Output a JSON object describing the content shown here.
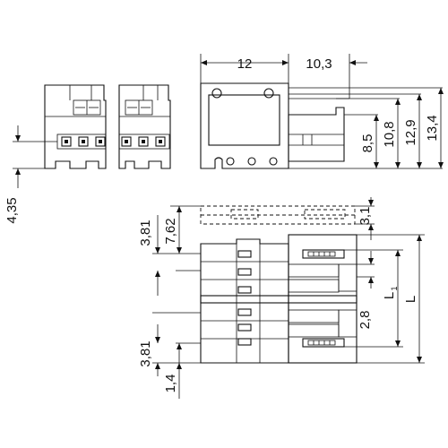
{
  "colors": {
    "body": "#f2673a",
    "outline": "#111111",
    "latch": "#ffee00",
    "background": "#ffffff",
    "hidden_line": "#111111"
  },
  "dimensions": {
    "width_12": "12",
    "width_10_3": "10,3",
    "height_13_4": "13,4",
    "height_12_9": "12,9",
    "height_10_8": "10,8",
    "height_8_5": "8,5",
    "offset_4_35": "4,35",
    "pitch_3_81_top": "3,81",
    "pitch_7_62": "7,62",
    "offset_3_1": "3,1",
    "offset_2_8": "2,8",
    "pitch_3_81_bottom": "3,81",
    "offset_1_4": "1,4",
    "length_L": "L",
    "length_L1_main": "L",
    "length_L1_sub": "1"
  }
}
